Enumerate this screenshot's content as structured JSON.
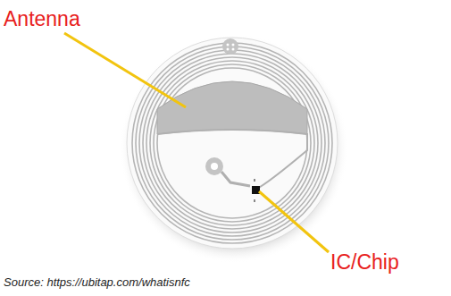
{
  "diagram": {
    "labels": [
      "Antenna",
      "IC/Chip",
      "Source: https://ubitap.com/whatisnfc"
    ]
  }
}
